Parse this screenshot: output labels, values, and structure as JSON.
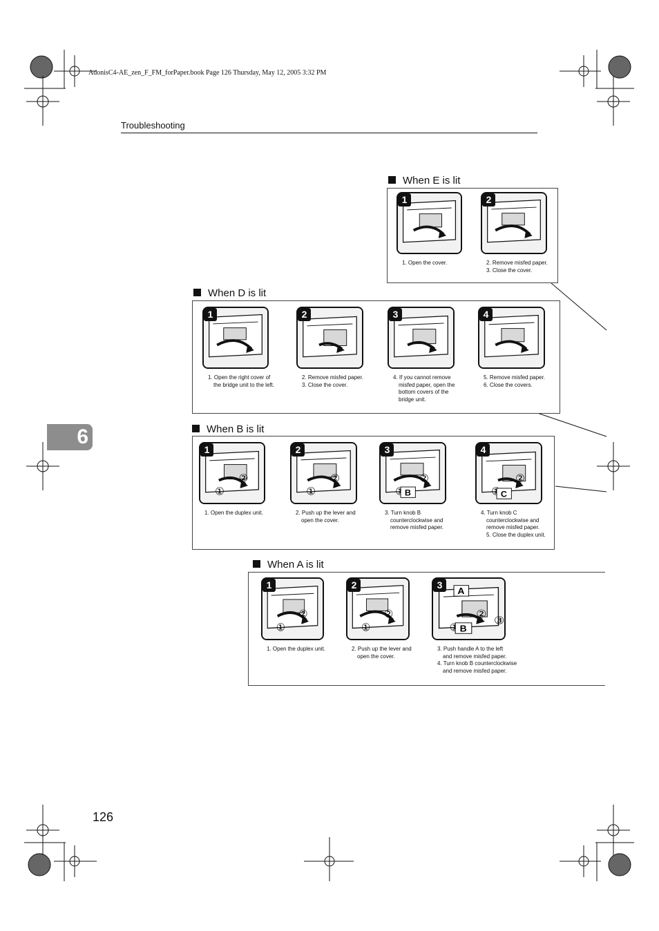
{
  "book_line": "AdonisC4-AE_zen_F_FM_forPaper.book  Page 126  Thursday, May 12, 2005  3:32 PM",
  "running_head": "Troubleshooting",
  "chapter_number": "6",
  "page_number": "126",
  "sections": {
    "e": {
      "title": "When E is lit",
      "steps": [
        {
          "num": "1",
          "lines": [
            "1. Open the cover."
          ]
        },
        {
          "num": "2",
          "lines": [
            "2. Remove misfed paper.",
            "3. Close the cover."
          ]
        }
      ]
    },
    "d": {
      "title": "When D is lit",
      "steps": [
        {
          "num": "1",
          "lines": [
            "1. Open the right cover of",
            "the bridge unit to the left."
          ]
        },
        {
          "num": "2",
          "lines": [
            "2. Remove misfed paper.",
            "3. Close the cover."
          ]
        },
        {
          "num": "3",
          "lines": [
            "4. If you cannot remove",
            "misfed paper, open the",
            "bottom covers of the",
            "bridge unit."
          ]
        },
        {
          "num": "4",
          "lines": [
            "5. Remove misfed paper.",
            "6. Close the covers."
          ]
        }
      ]
    },
    "b": {
      "title": "When B is lit",
      "steps": [
        {
          "num": "1",
          "lines": [
            "1. Open the duplex unit."
          ]
        },
        {
          "num": "2",
          "lines": [
            "2. Push up the lever and",
            "open the cover."
          ]
        },
        {
          "num": "3",
          "lines": [
            "3. Turn knob B",
            "counterclockwise and",
            "remove misfed paper."
          ]
        },
        {
          "num": "4",
          "lines": [
            "4. Turn knob C",
            "counterclockwise and",
            "remove misfed paper.",
            "5. Close the duplex unit."
          ]
        }
      ]
    },
    "a": {
      "title": "When A is lit",
      "steps": [
        {
          "num": "1",
          "lines": [
            "1. Open the duplex unit."
          ]
        },
        {
          "num": "2",
          "lines": [
            "2. Push up the lever and",
            "open the cover."
          ]
        },
        {
          "num": "3",
          "lines": [
            "3. Push handle A to the left",
            "and remove misfed paper.",
            "4. Turn knob B counterclockwise",
            "and remove misfed paper."
          ]
        }
      ]
    }
  },
  "figure_labels": {
    "circled_1": "①",
    "circled_2": "②",
    "circled_3": "③",
    "knob_b": "B",
    "knob_c": "C",
    "handle_a": "A"
  }
}
